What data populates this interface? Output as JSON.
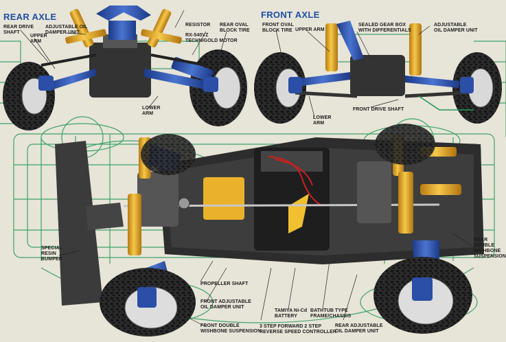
{
  "headings": {
    "rear_axle": "REAR AXLE",
    "front_axle": "FRONT AXLE"
  },
  "labels": {
    "rear_drive_shaft": "REAR DRIVE\nSHAFT",
    "rear_upper_arm": "UPPER\nARM",
    "rear_adj_oil_damper": "ADJUSTABLE OIL\nDAMPER UNIT",
    "resistor": "RESISTOR",
    "motor": "RX-540VZ\nTECHNIGOLD MOTOR",
    "rear_oval_block_tire": "REAR OVAL\nBLOCK TIRE",
    "front_oval_block_tire": "FRONT OVAL\nBLOCK TIRE",
    "front_upper_arm": "UPPER ARM",
    "sealed_gear_box": "SEALED GEAR BOX\nWITH DIFFERENTIALS",
    "front_adj_oil_damper_top": "ADJUSTABLE\nOIL DAMPER UNIT",
    "rear_lower_arm": "LOWER\nARM",
    "front_lower_arm": "LOWER\nARM",
    "front_drive_shaft": "FRONT DRIVE SHAFT",
    "special_resin_bumper": "SPECIAL\nRESIN\nBUMPER",
    "rear_double_wishbone": "REAR\nDOUBLE\nWISHBONE\nSUSPENSION",
    "propeller_shaft": "PROPELLER SHAFT",
    "front_adj_oil_damper": "FRONT ADJUSTABLE\nOIL DAMPER UNIT",
    "front_double_wishbone": "FRONT DOUBLE\nWISHBONE SUSPENSION",
    "speed_controller": "3 STEP FORWARD 2 STEP\nREVERSE SPEED CONTROLLER",
    "battery": "TAMIYA Ni-Cd\nBATTERY",
    "bathtub_frame": "BATHTUB TYPE\nFRAME/CHASSIS",
    "rear_adj_oil_damper_bottom": "REAR ADJUSTABLE\nOIL DAMPER UNIT"
  },
  "colors": {
    "background": "#e7e4d8",
    "heading": "#1f4fa6",
    "wireframe": "#1f9a55",
    "damper": "#e2a520",
    "arm": "#2b4ea6",
    "tire": "#262626",
    "chassis": "#3a3a3a"
  }
}
